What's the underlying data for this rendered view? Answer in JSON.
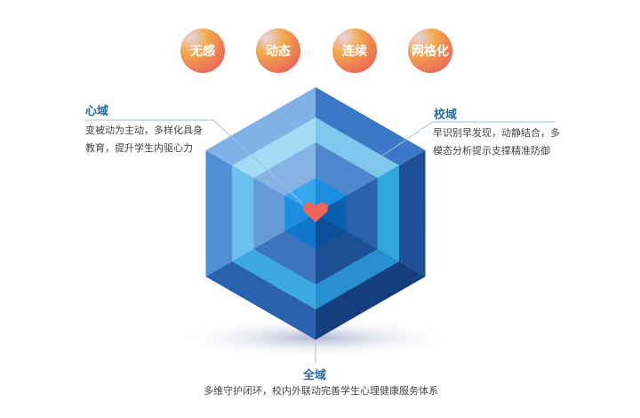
{
  "badges": [
    "无感",
    "动态",
    "连续",
    "网格化"
  ],
  "left": {
    "title": "心域",
    "lines": [
      "变被动为主动，多样化具身",
      "教育，提升学生内驱心力"
    ]
  },
  "right": {
    "title": "校域",
    "lines": [
      "早识别早发现，动静结合，多",
      "模态分析提示支撑精准防御"
    ]
  },
  "bottom": {
    "title": "全域",
    "text": "多维守护闭环，校内外联动完善学生心理健康服务体系"
  },
  "colors": {
    "accent": "#2a6aa0",
    "heart": "#f0645a"
  }
}
